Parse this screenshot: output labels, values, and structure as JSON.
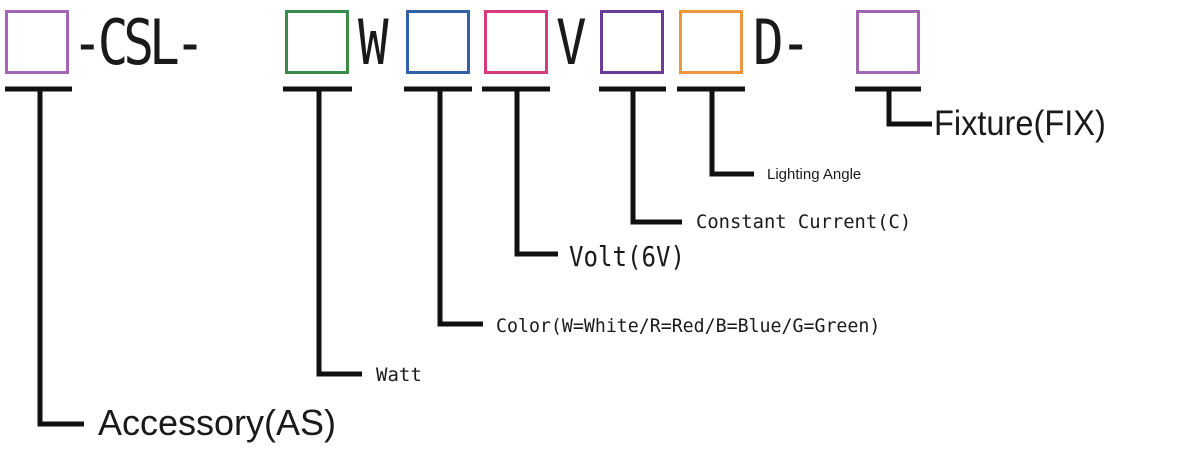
{
  "code": {
    "segments": [
      "-CSL-",
      "W",
      "V",
      "D-"
    ]
  },
  "fields": [
    {
      "id": "accessory",
      "color": "#a367b1",
      "label": "Accessory(AS)"
    },
    {
      "id": "watt",
      "color": "#3a8a4a",
      "label": "Watt"
    },
    {
      "id": "color",
      "color": "#3161a8",
      "label": "Color(W=White/R=Red/B=Blue/G=Green)"
    },
    {
      "id": "volt",
      "color": "#d53b7a",
      "label": "Volt(6V)"
    },
    {
      "id": "current",
      "color": "#6a3c98",
      "label": "Constant Current(C)"
    },
    {
      "id": "angle",
      "color": "#f0963e",
      "label": "Lighting Angle"
    },
    {
      "id": "fixture",
      "color": "#a367b1",
      "label": "Fixture(FIX)"
    }
  ]
}
